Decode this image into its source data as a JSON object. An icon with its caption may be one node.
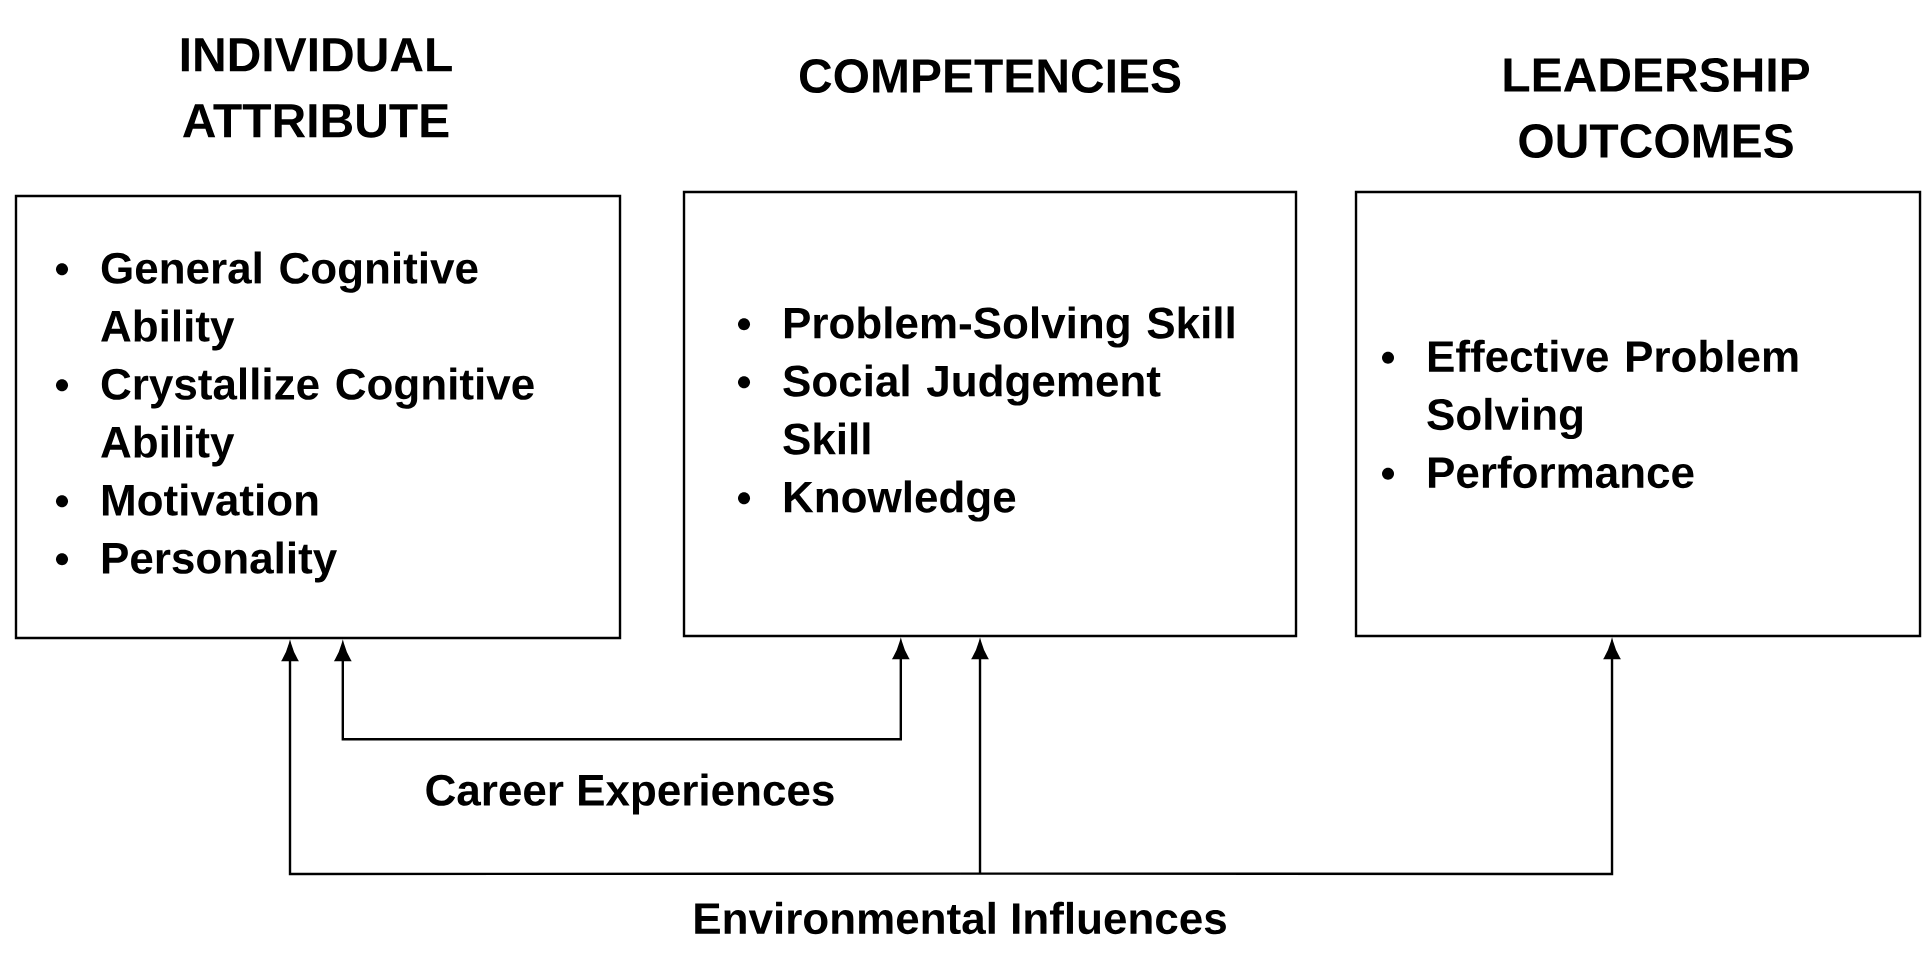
{
  "diagram": {
    "nodes": [
      {
        "text": [
          "INDIVIDUAL ATTRIBUTE",
          "General Cognitive Ability",
          "Crystallize Cognitive Ability",
          "Motivation",
          "Personality"
        ]
      },
      {
        "text": [
          "COMPETENCIES",
          "Problem-Solving Skill",
          "Social Judgement Skill",
          "Knowledge"
        ]
      },
      {
        "text": [
          "LEADERSHIP OUTCOMES",
          "Effective Problem Solving",
          "Performance"
        ]
      },
      {
        "text": [
          "Environmental Influences"
        ]
      }
    ],
    "edges": [
      {
        "from": 0,
        "to": 1,
        "arrow": "both",
        "label": "Career Experiences"
      },
      {
        "from": 3,
        "to": 0,
        "arrow": "to"
      },
      {
        "from": 3,
        "to": 1,
        "arrow": "to"
      },
      {
        "from": 3,
        "to": 2,
        "arrow": "to"
      }
    ]
  }
}
